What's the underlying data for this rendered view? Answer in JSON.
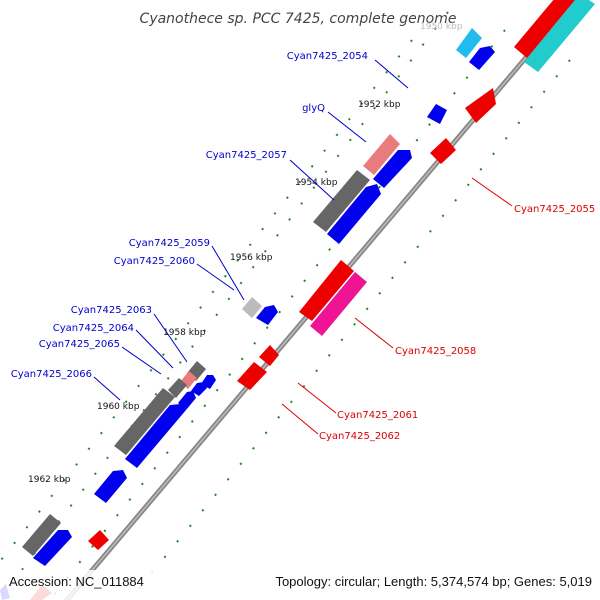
{
  "title": "Cyanothece sp. PCC 7425, complete genome",
  "footer": {
    "accession": "Accession: NC_011884",
    "topology": "Topology: circular; Length: 5,374,574 bp; Genes: 5,019"
  },
  "colors": {
    "backbone": "#888888",
    "plus_label": "#0000cc",
    "minus_label": "#dd0000",
    "tick": "#228b22",
    "gray_gene": "#666666",
    "light_gray_gene": "#bbbbbb",
    "pink_gene": "#e87b7b",
    "blue_gene": "#0000ee",
    "red_gene": "#ee0000",
    "magenta_gene": "#ee1493",
    "cyan_gene": "#22cccc",
    "light_blue_gene": "#22bbee"
  },
  "kbp_marks": [
    {
      "label": "1950 kbp",
      "faded": true
    },
    {
      "label": "1952 kbp"
    },
    {
      "label": "1954 kbp"
    },
    {
      "label": "1956 kbp"
    },
    {
      "label": "1958 kbp"
    },
    {
      "label": "1960 kbp"
    },
    {
      "label": "1962 kbp"
    }
  ],
  "labels_plus": [
    "Cyan7425_2054",
    "glyQ",
    "Cyan7425_2057",
    "Cyan7425_2059",
    "Cyan7425_2060",
    "Cyan7425_2063",
    "Cyan7425_2064",
    "Cyan7425_2065",
    "Cyan7425_2066"
  ],
  "labels_minus": [
    "Cyan7425_2055",
    "Cyan7425_2058",
    "Cyan7425_2061",
    "Cyan7425_2062"
  ]
}
